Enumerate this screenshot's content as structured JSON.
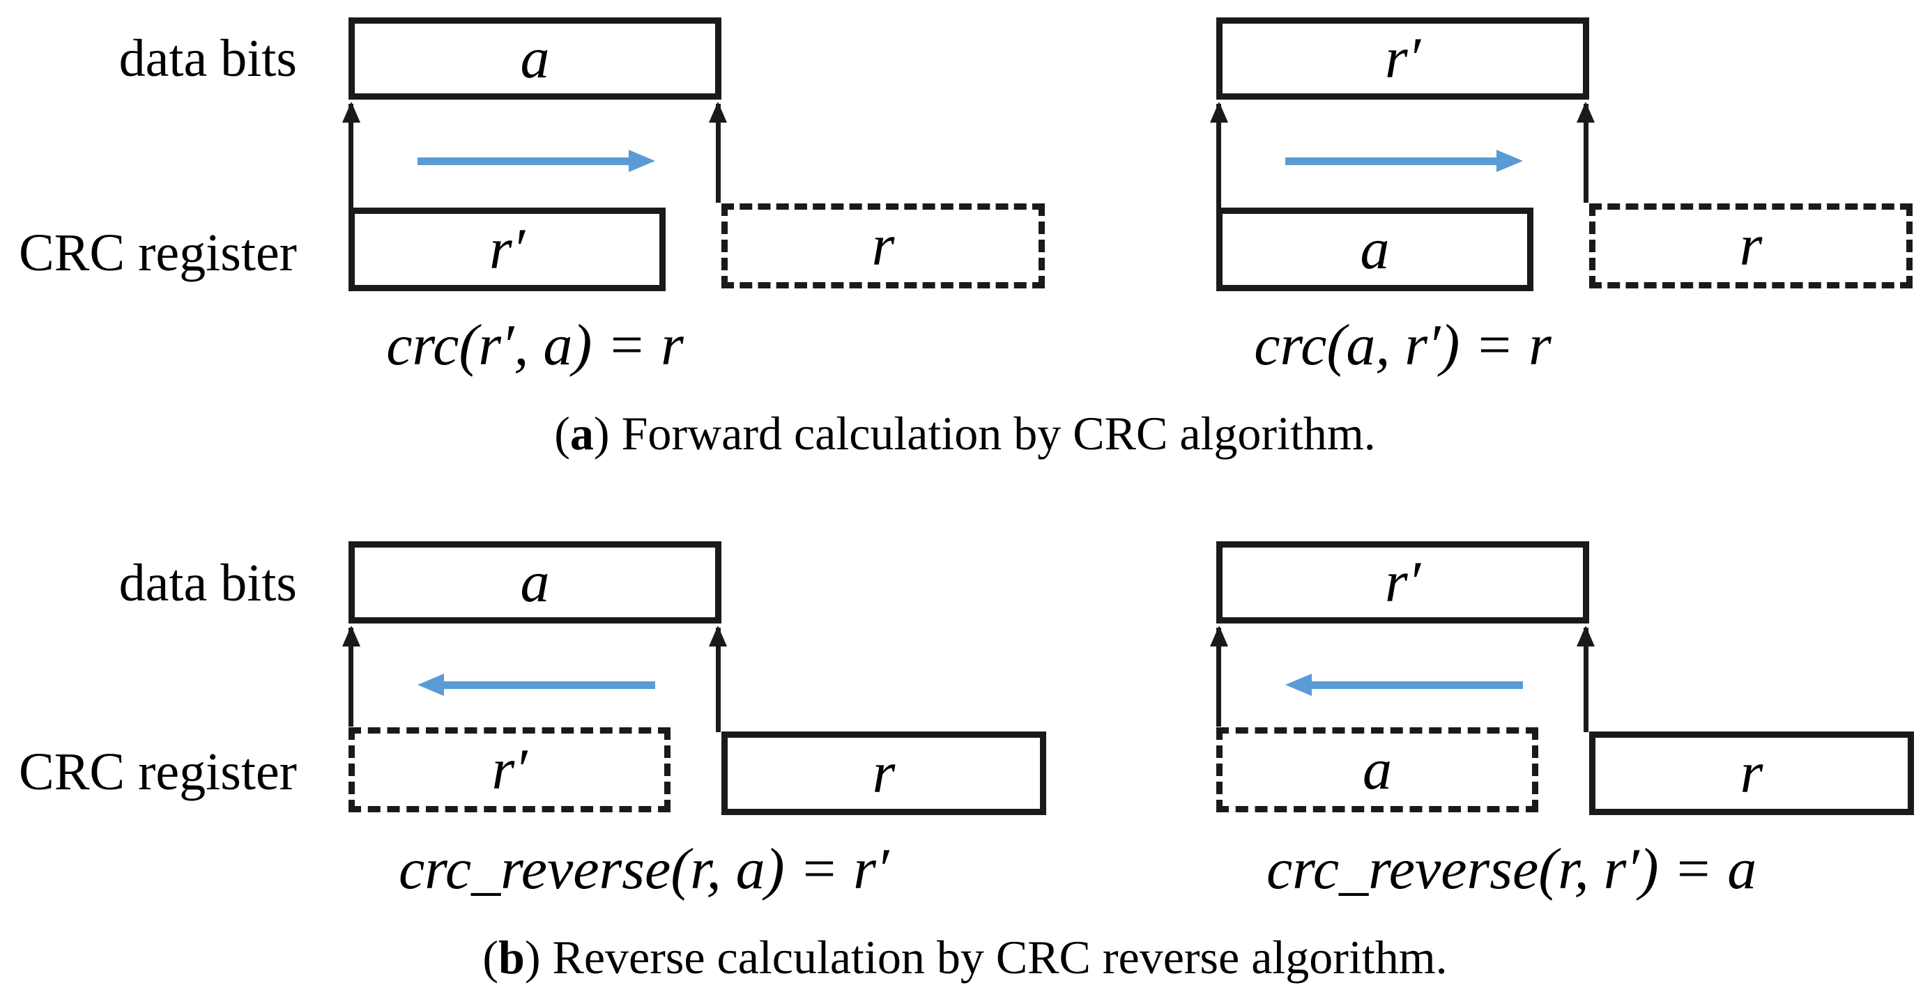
{
  "figure": {
    "colors": {
      "line": "#1a1a1a",
      "arrow_blue": "#5b9bd5",
      "background": "#ffffff"
    },
    "row_labels": {
      "data_bits": "data bits",
      "crc_register": "CRC register"
    },
    "panels": {
      "a": {
        "caption": {
          "open": "(",
          "letter": "a",
          "rest": ") Forward calculation by CRC algorithm."
        },
        "shift_direction": "right",
        "left": {
          "data_label": "a",
          "crc_left_label": "r′",
          "crc_right_label": "r",
          "formula": "crc(r′, a) = r"
        },
        "right": {
          "data_label": "r′",
          "crc_left_label": "a",
          "crc_right_label": "r",
          "formula": "crc(a, r′) = r"
        }
      },
      "b": {
        "caption": {
          "open": "(",
          "letter": "b",
          "rest": ") Reverse calculation by CRC reverse algorithm."
        },
        "shift_direction": "left",
        "left": {
          "data_label": "a",
          "crc_left_label": "r′",
          "crc_right_label": "r",
          "formula": "crc_reverse(r, a) = r′"
        },
        "right": {
          "data_label": "r′",
          "crc_left_label": "a",
          "crc_right_label": "r",
          "formula": "crc_reverse(r, r′) = a"
        }
      }
    }
  }
}
